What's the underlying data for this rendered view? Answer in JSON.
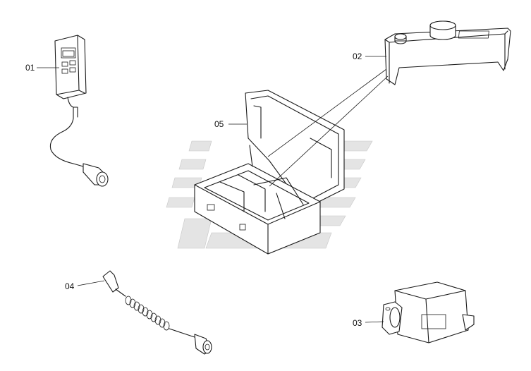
{
  "parts": [
    {
      "id": "p01",
      "label": "01",
      "icon": "handheld-meter-icon"
    },
    {
      "id": "p02",
      "label": "02",
      "icon": "bench-stand-icon"
    },
    {
      "id": "p03",
      "label": "03",
      "icon": "control-box-icon"
    },
    {
      "id": "p04",
      "label": "04",
      "icon": "coiled-cable-icon"
    },
    {
      "id": "p05",
      "label": "05",
      "icon": "carrying-case-icon"
    }
  ]
}
